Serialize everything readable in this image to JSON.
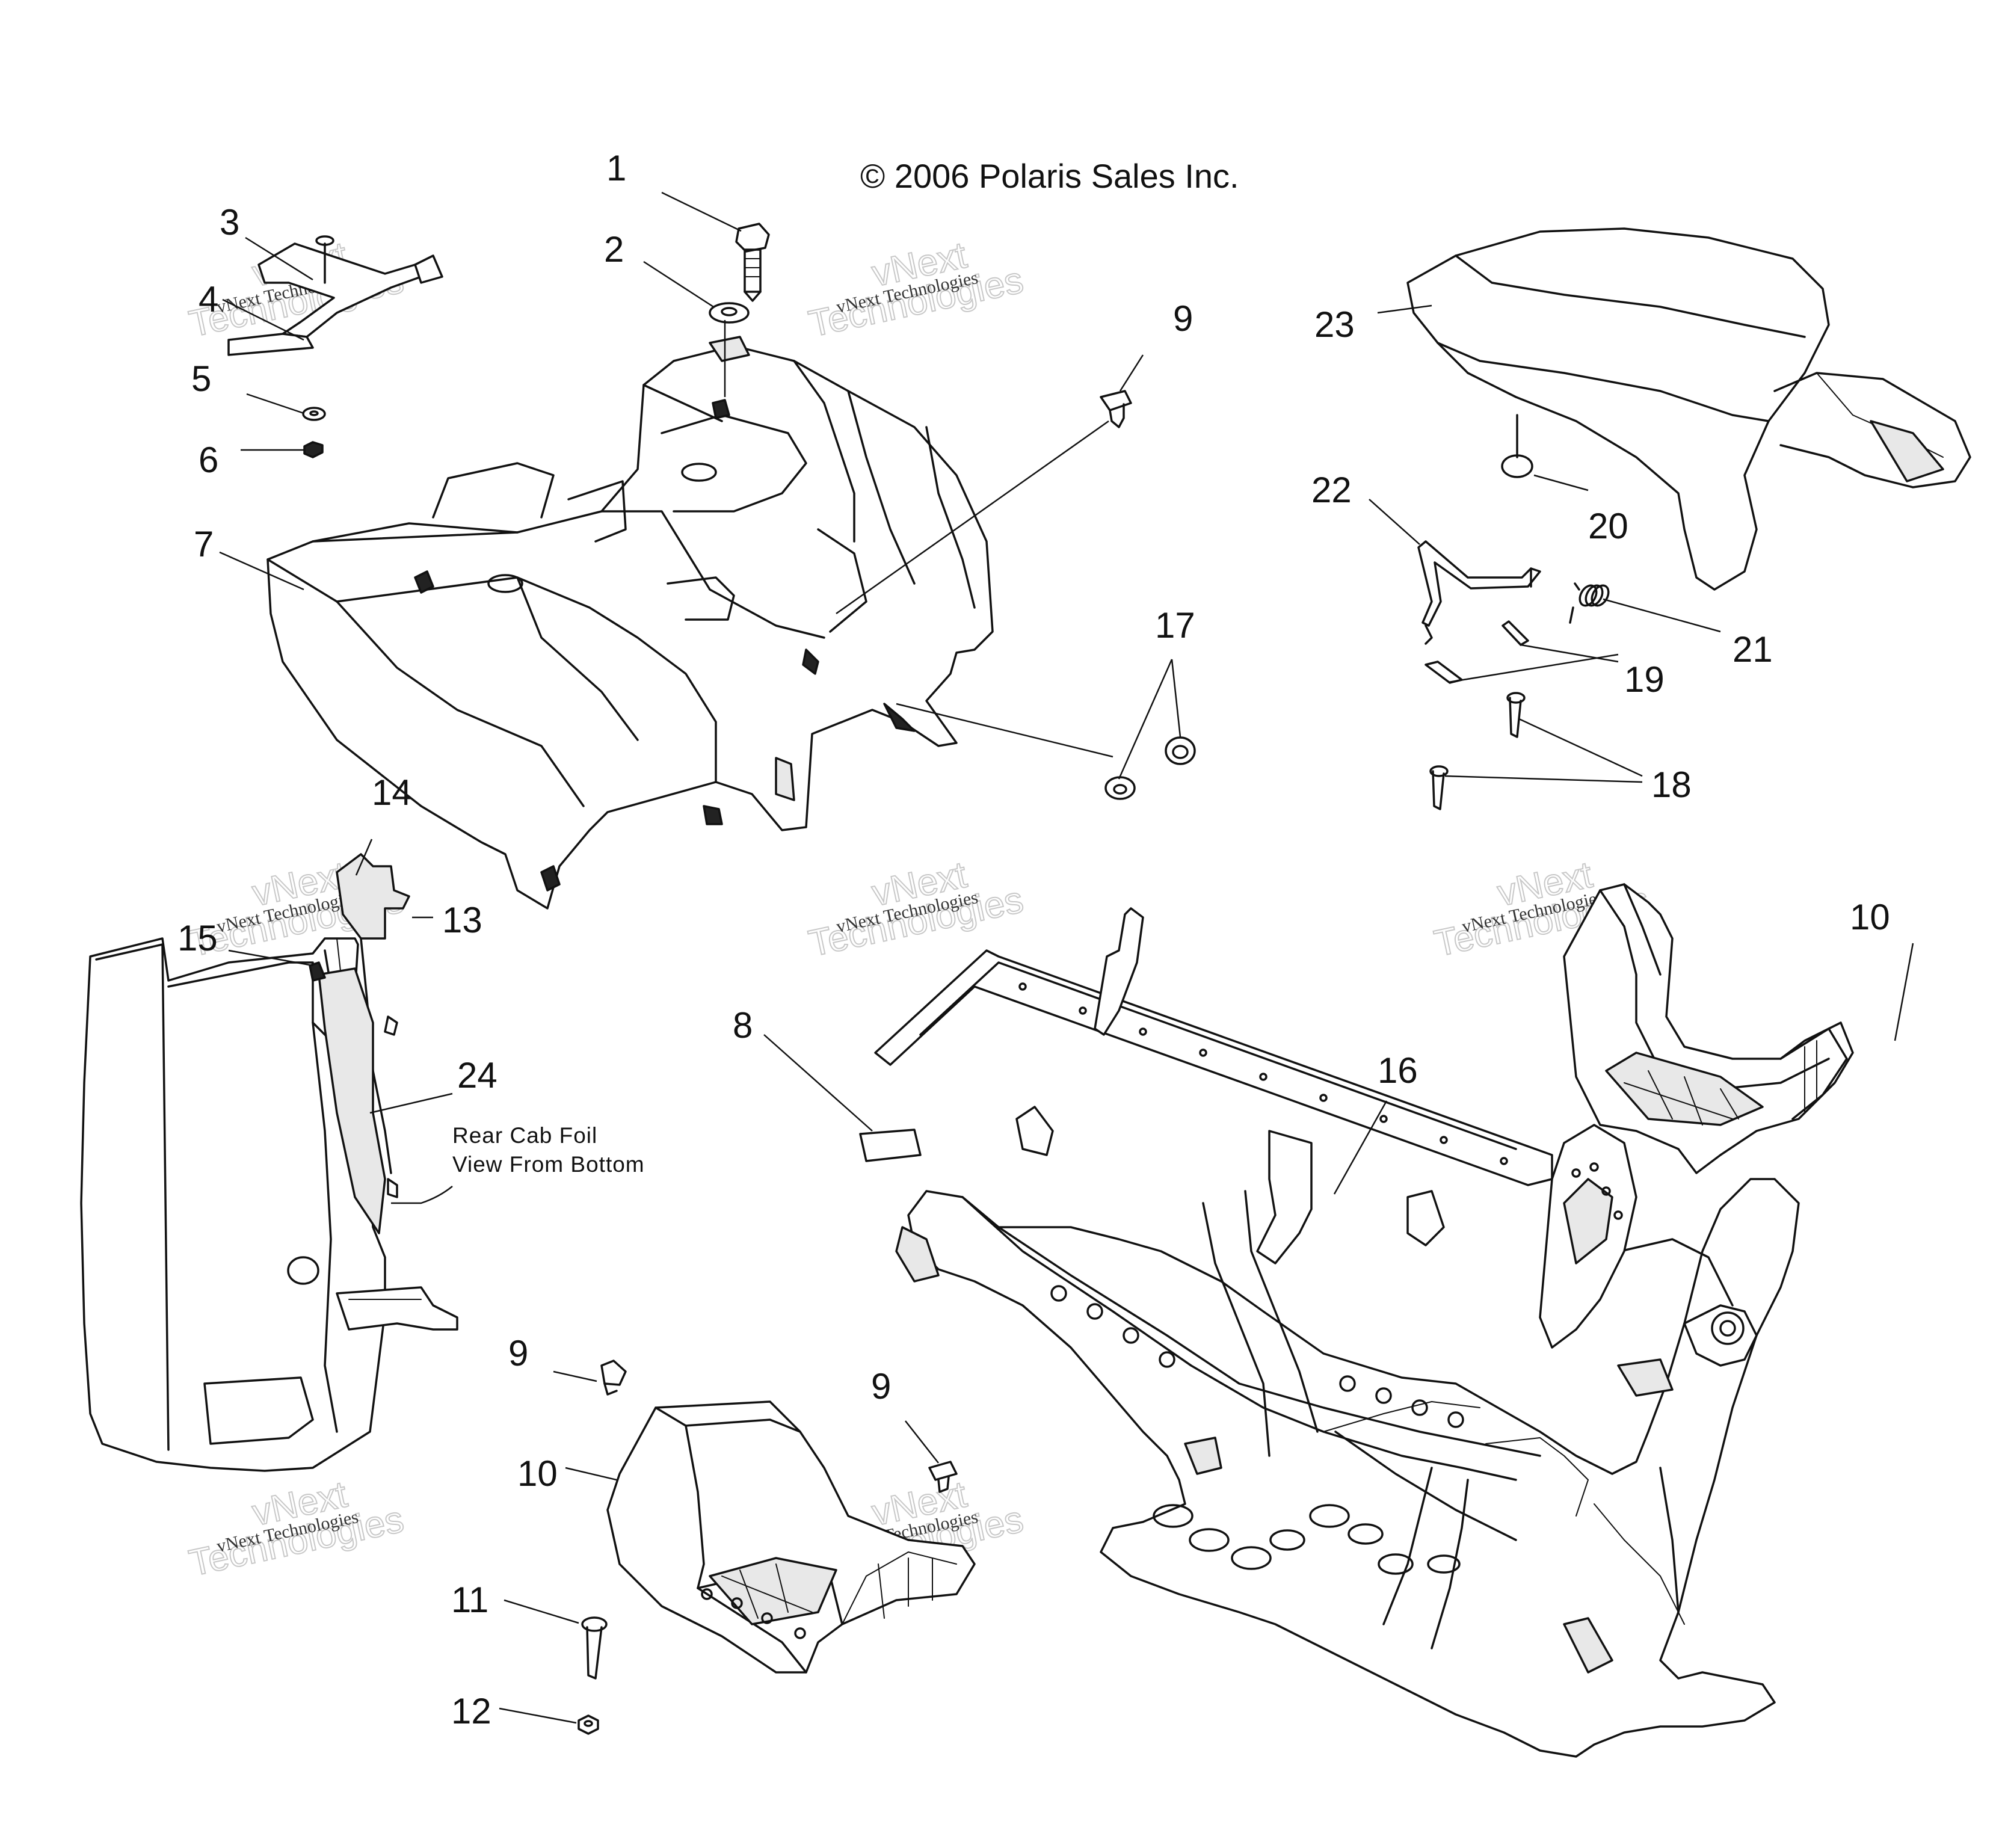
{
  "copyright": "© 2006 Polaris Sales Inc.",
  "note": {
    "line1": "Rear Cab Foil",
    "line2": "View From Bottom"
  },
  "watermark": {
    "line1": "vNext Technologies",
    "line2": "vNext",
    "line3": "Technologies"
  },
  "callouts": [
    "1",
    "2",
    "3",
    "4",
    "5",
    "6",
    "7",
    "8",
    "9",
    "9",
    "9",
    "10",
    "10",
    "11",
    "12",
    "13",
    "14",
    "15",
    "16",
    "17",
    "18",
    "19",
    "20",
    "21",
    "22",
    "23",
    "24"
  ],
  "colors": {
    "ink": "#111111",
    "background": "#ffffff",
    "watermark": "#c8c8c8"
  }
}
